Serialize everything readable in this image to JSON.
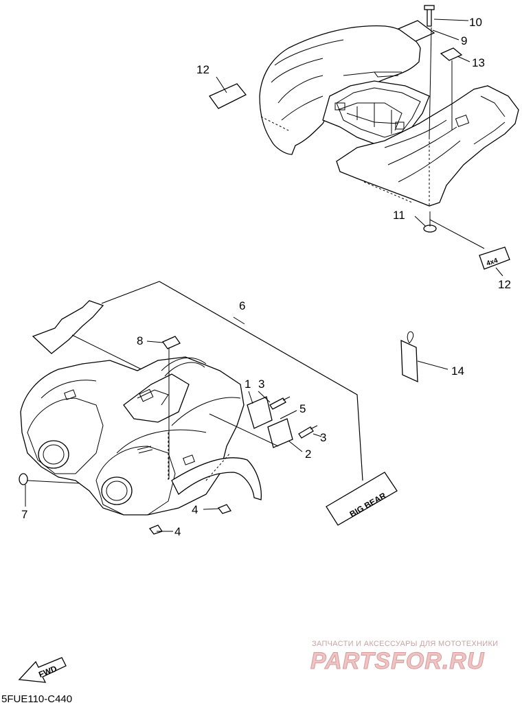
{
  "callouts": [
    {
      "id": "c1",
      "text": "1"
    },
    {
      "id": "c2",
      "text": "2"
    },
    {
      "id": "c3a",
      "text": "3"
    },
    {
      "id": "c3b",
      "text": "3"
    },
    {
      "id": "c4a",
      "text": "4"
    },
    {
      "id": "c4b",
      "text": "4"
    },
    {
      "id": "c5",
      "text": "5"
    },
    {
      "id": "c6",
      "text": "6"
    },
    {
      "id": "c7",
      "text": "7"
    },
    {
      "id": "c8",
      "text": "8"
    },
    {
      "id": "c9",
      "text": "9"
    },
    {
      "id": "c10",
      "text": "10"
    },
    {
      "id": "c11",
      "text": "11"
    },
    {
      "id": "c12a",
      "text": "12"
    },
    {
      "id": "c12b",
      "text": "12"
    },
    {
      "id": "c13",
      "text": "13"
    },
    {
      "id": "c14",
      "text": "14"
    }
  ],
  "decal_text": {
    "big_bear": "BIG BEAR",
    "four_by_four": "4x4"
  },
  "fwd_label": "FWD",
  "diagram_code": "5FUE110-C440",
  "watermark": {
    "tagline": "ЗАПЧАСТИ И АКСЕССУАРЫ ДЛЯ МОТОТЕХНИКИ",
    "brand": "PARTSFOR.RU",
    "color": "#e8b4b4"
  }
}
